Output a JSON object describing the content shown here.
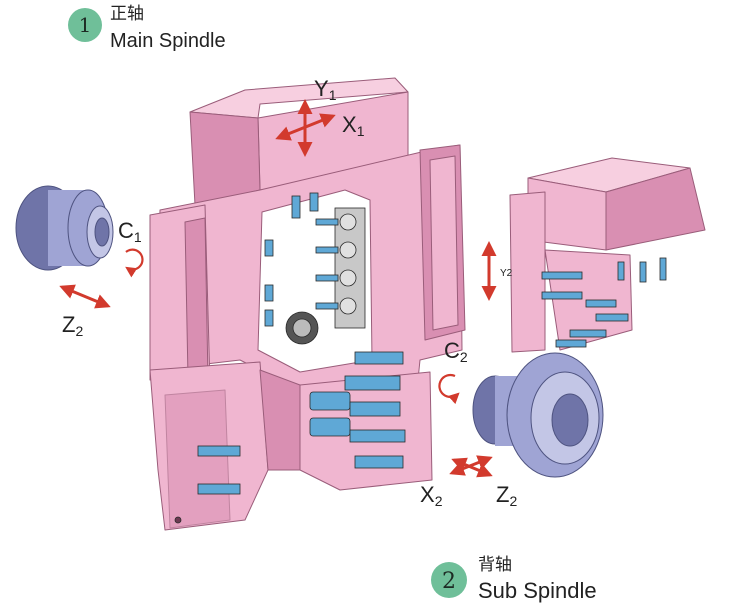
{
  "colors": {
    "machine": "#f0b6d0",
    "machine_dark": "#d98fb2",
    "machine_light": "#f7cfe0",
    "edge": "#9a5d7a",
    "spindle": "#9fa4d4",
    "spindle_dark": "#6f74a8",
    "tool": "#5fa8d6",
    "arrow": "#d23a2d",
    "badge": "#6fbf99"
  },
  "callouts": {
    "main": {
      "number": "1",
      "label_cn": "正轴",
      "label_en": "Main Spindle"
    },
    "sub": {
      "number": "2",
      "label_cn": "背轴",
      "label_en": "Sub Spindle"
    }
  },
  "axes": {
    "y1": {
      "letter": "Y",
      "sub": "1"
    },
    "x1": {
      "letter": "X",
      "sub": "1"
    },
    "c1": {
      "letter": "C",
      "sub": "1"
    },
    "z2_main": {
      "letter": "Z",
      "sub": "2"
    },
    "y2": "Y2",
    "c2": {
      "letter": "C",
      "sub": "2"
    },
    "x2": {
      "letter": "X",
      "sub": "2"
    },
    "z2_sub": {
      "letter": "Z",
      "sub": "2"
    }
  }
}
